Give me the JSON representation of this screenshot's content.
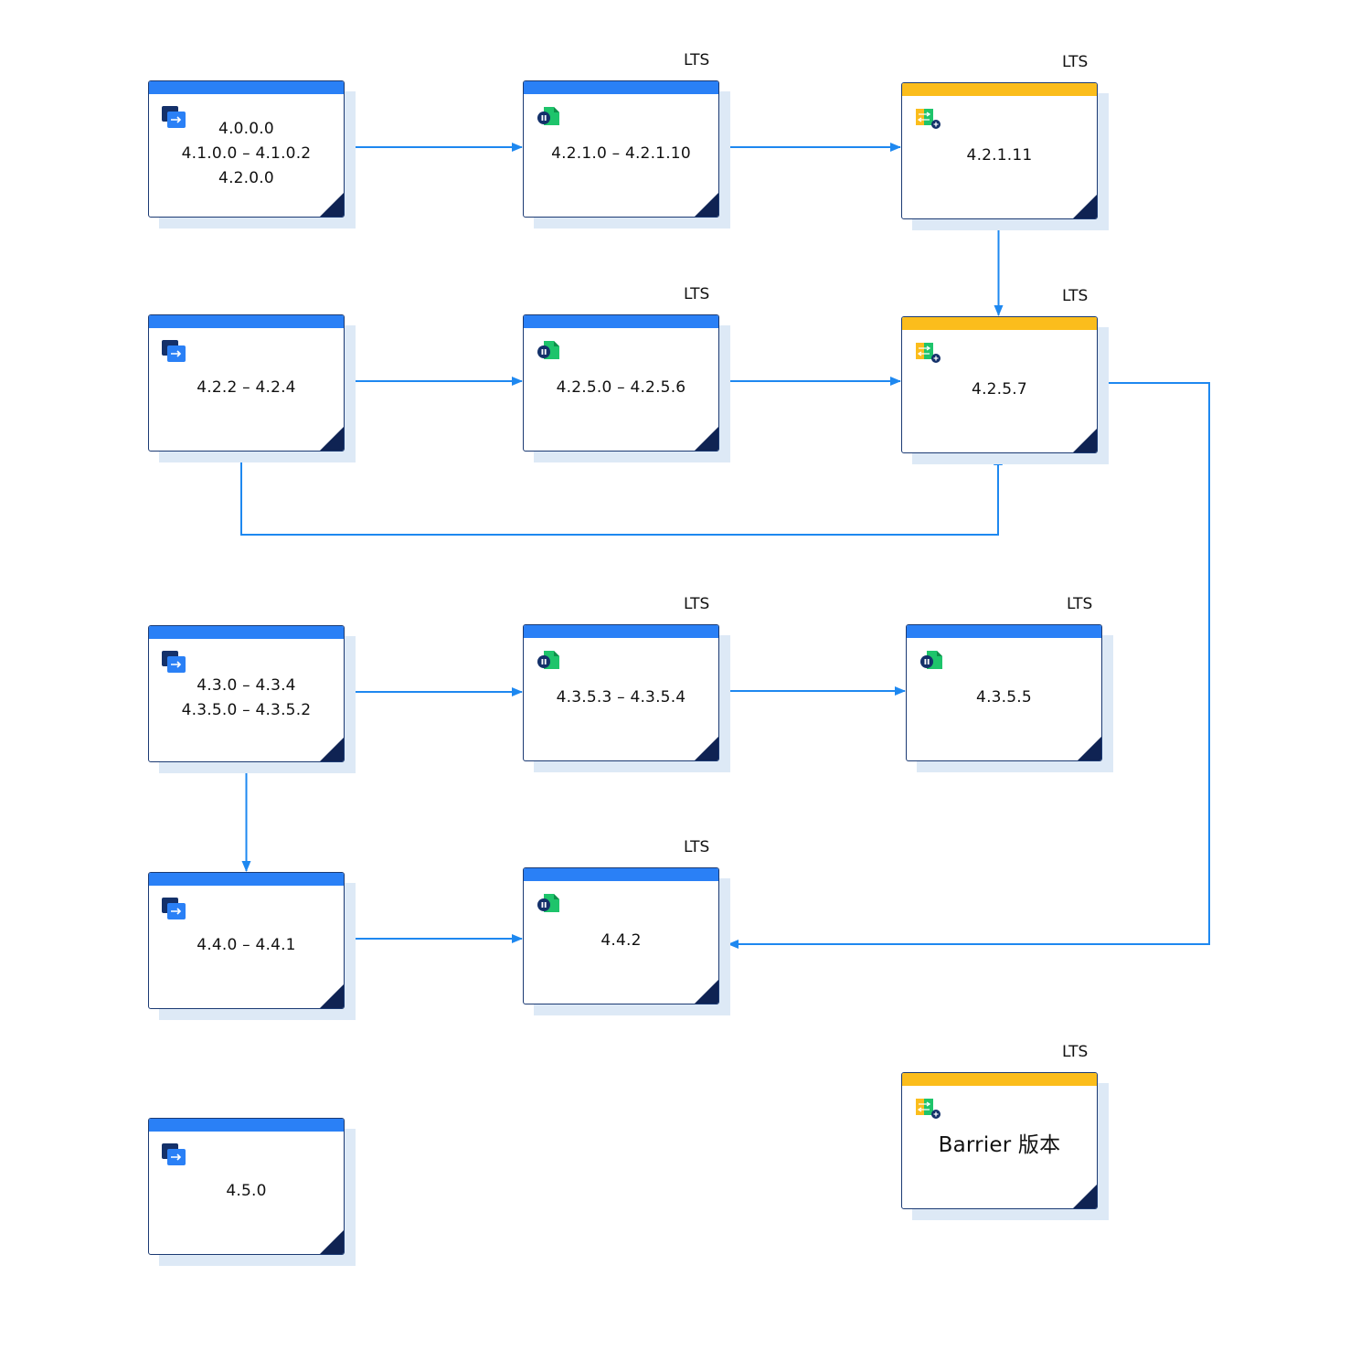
{
  "colors": {
    "edge": "#1e88f0",
    "bar_blue": "#2a80f6",
    "bar_yellow": "#fbbd1c",
    "shadow": "#dde9f6",
    "fold": "#0f2353"
  },
  "nodes": [
    {
      "id": "n1",
      "lines": [
        "4.0.0.0",
        "4.1.0.0 – 4.1.0.2",
        "4.2.0.0"
      ],
      "bar": "blue",
      "icon": "window-arrow-icon",
      "lts": ""
    },
    {
      "id": "n2",
      "lines": [
        "4.2.1.0 – 4.2.1.10"
      ],
      "bar": "blue",
      "icon": "green-doc-icon",
      "lts": "LTS"
    },
    {
      "id": "n3",
      "lines": [
        "4.2.1.11"
      ],
      "bar": "yellow",
      "icon": "yellow-transfer-icon",
      "lts": "LTS"
    },
    {
      "id": "n4",
      "lines": [
        "4.2.2 – 4.2.4"
      ],
      "bar": "blue",
      "icon": "window-arrow-icon",
      "lts": ""
    },
    {
      "id": "n5",
      "lines": [
        "4.2.5.0 – 4.2.5.6"
      ],
      "bar": "blue",
      "icon": "green-doc-icon",
      "lts": "LTS"
    },
    {
      "id": "n6",
      "lines": [
        "4.2.5.7"
      ],
      "bar": "yellow",
      "icon": "yellow-transfer-icon",
      "lts": "LTS"
    },
    {
      "id": "n7",
      "lines": [
        "4.3.0 – 4.3.4",
        "4.3.5.0 – 4.3.5.2"
      ],
      "bar": "blue",
      "icon": "window-arrow-icon",
      "lts": ""
    },
    {
      "id": "n8",
      "lines": [
        "4.3.5.3 – 4.3.5.4"
      ],
      "bar": "blue",
      "icon": "green-doc-icon",
      "lts": "LTS"
    },
    {
      "id": "n9",
      "lines": [
        "4.3.5.5"
      ],
      "bar": "blue",
      "icon": "green-doc-icon",
      "lts": "LTS"
    },
    {
      "id": "n10",
      "lines": [
        "4.4.0 – 4.4.1"
      ],
      "bar": "blue",
      "icon": "window-arrow-icon",
      "lts": ""
    },
    {
      "id": "n11",
      "lines": [
        "4.4.2"
      ],
      "bar": "blue",
      "icon": "green-doc-icon",
      "lts": "LTS"
    },
    {
      "id": "n12",
      "lines": [
        "4.5.0"
      ],
      "bar": "blue",
      "icon": "window-arrow-icon",
      "lts": ""
    },
    {
      "id": "n13",
      "lines": [
        "Barrier 版本"
      ],
      "bar": "yellow",
      "icon": "yellow-transfer-icon",
      "lts": "LTS"
    }
  ],
  "edges": [
    {
      "from": "n1",
      "to": "n2"
    },
    {
      "from": "n2",
      "to": "n3"
    },
    {
      "from": "n3",
      "to": "n6"
    },
    {
      "from": "n4",
      "to": "n5"
    },
    {
      "from": "n5",
      "to": "n6"
    },
    {
      "from": "n4",
      "to": "n6"
    },
    {
      "from": "n6",
      "to": "n11"
    },
    {
      "from": "n7",
      "to": "n8"
    },
    {
      "from": "n8",
      "to": "n9"
    },
    {
      "from": "n7",
      "to": "n10"
    },
    {
      "from": "n10",
      "to": "n11"
    }
  ]
}
